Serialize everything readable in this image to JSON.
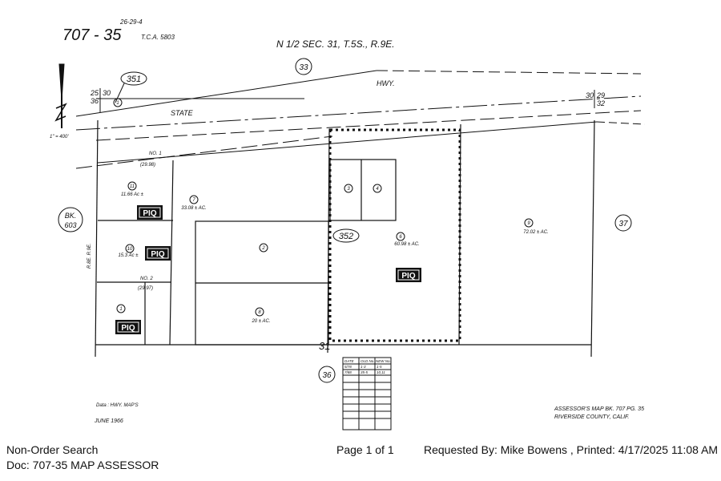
{
  "map": {
    "book_page": "707 - 35",
    "code": "26-29-4",
    "tca": "T.C.A. 5803",
    "section": "N 1/2 SEC. 31, T.5S., R.9E.",
    "books": {
      "b351": "351",
      "b352": "352",
      "b33": "33",
      "b36": "36",
      "b37": "37",
      "bk603_a": "BK.",
      "bk603_b": "603"
    },
    "road": {
      "hwy": "HWY.",
      "state": "STATE"
    },
    "corners": {
      "c25": "25",
      "c30": "30",
      "c36": "36",
      "c31": "31",
      "c30r": "30",
      "c29": "29",
      "c32": "32"
    },
    "scale": "1\" = 400'",
    "lots": {
      "no1": "NO. 1",
      "no1_area": "(29.98)",
      "no2": "NO. 2",
      "no2_area": "(29.97)"
    },
    "parcels": [
      {
        "num": "11",
        "area": "11.66 Ac ±"
      },
      {
        "num": "10",
        "area": "15.3 Ac ±"
      },
      {
        "num": "1",
        "area": ""
      },
      {
        "num": "7",
        "area": "33.08 ± AC."
      },
      {
        "num": "2",
        "area": ""
      },
      {
        "num": "8",
        "area": "20 ± AC."
      },
      {
        "num": "3",
        "area": ""
      },
      {
        "num": "4",
        "area": ""
      },
      {
        "num": "6",
        "area": "60.98 ± AC."
      },
      {
        "num": "9",
        "area": "72.02 ± AC."
      },
      {
        "num": "1",
        "area": ""
      }
    ],
    "piq": "PIQ",
    "range": "R.8E. R.9E.",
    "history": {
      "headers": [
        "DATE",
        "OLD No.",
        "NEW No."
      ],
      "rows": [
        [
          "5/78",
          "1-3",
          "1-5"
        ],
        [
          "7/88",
          "35-5",
          "10,11"
        ]
      ]
    },
    "data_note": "Data : HWY. MAP'S",
    "date": "JUNE 1966",
    "assessor_line1": "ASSESSOR'S MAP BK. 707 PG. 35",
    "assessor_line2": "RIVERSIDE COUNTY, CALIF."
  },
  "footer": {
    "search_type": "Non-Order Search",
    "page": "Page 1 of 1",
    "requested": "Requested By: Mike Bowens , Printed: 4/17/2025 11:08 AM",
    "doc": "Doc: 707-35 MAP ASSESSOR"
  }
}
